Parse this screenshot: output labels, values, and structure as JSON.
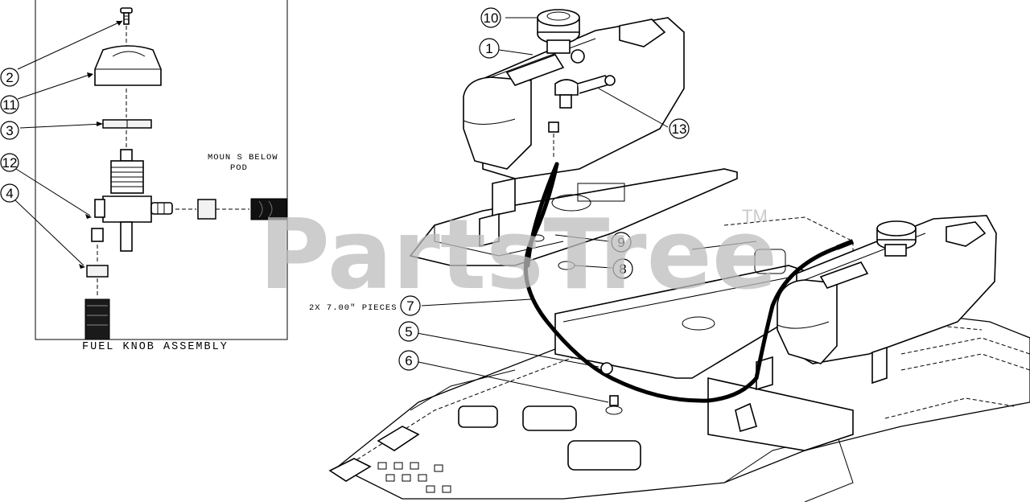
{
  "watermark": {
    "text": "PartsTree",
    "trademark": "TM"
  },
  "inset": {
    "title": "FUEL KNOB ASSEMBLY",
    "note_line1": "MOUN S BELOW",
    "note_line2": "POD"
  },
  "main": {
    "hose_note": "2X 7.00\" PIECES"
  },
  "callouts": [
    {
      "id": "c2",
      "num": "2"
    },
    {
      "id": "c11",
      "num": "11"
    },
    {
      "id": "c3",
      "num": "3"
    },
    {
      "id": "c12",
      "num": "12"
    },
    {
      "id": "c4",
      "num": "4"
    },
    {
      "id": "c10",
      "num": "10"
    },
    {
      "id": "c1",
      "num": "1"
    },
    {
      "id": "c13",
      "num": "13"
    },
    {
      "id": "c9",
      "num": "9"
    },
    {
      "id": "c8",
      "num": "8"
    },
    {
      "id": "c7",
      "num": "7"
    },
    {
      "id": "c5",
      "num": "5"
    },
    {
      "id": "c6",
      "num": "6"
    }
  ],
  "colors": {
    "ink": "#000000",
    "watermark": "#bdbdbd",
    "background": "#ffffff"
  }
}
